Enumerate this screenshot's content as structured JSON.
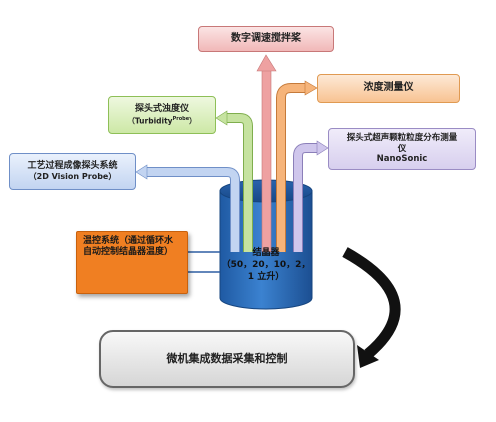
{
  "nodes": {
    "stirrer": "数字调速搅拌桨",
    "concentration": "浓度测量仪",
    "turbidity": "探头式浊度仪",
    "turbidity_sub_a": "（Turbidity",
    "turbidity_sup": "Probe",
    "turbidity_sub_b": "）",
    "nanosonic_line1": "探头式超声颗粒粒度分布测量",
    "nanosonic_line2": "仪",
    "nanosonic_line3": "NanoSonic",
    "probe": "工艺过程成像探头系统",
    "probe_sub": "（2D Vision Probe）",
    "temp": "温控系统（通过循环水自动控制结晶器温度）",
    "crystallizer_title": "结晶器",
    "crystallizer_sub": "（50，20，10，2，1 立升）",
    "control": "微机集成数据采集和控制"
  },
  "colors": {
    "stirrer": "#f1b8b8",
    "concentration": "#f8c392",
    "turbidity": "#cde8a6",
    "nanosonic": "#d7cfee",
    "probe": "#c2d4f1",
    "temp": "#f07f22",
    "cylinder": "#2e6db8"
  }
}
